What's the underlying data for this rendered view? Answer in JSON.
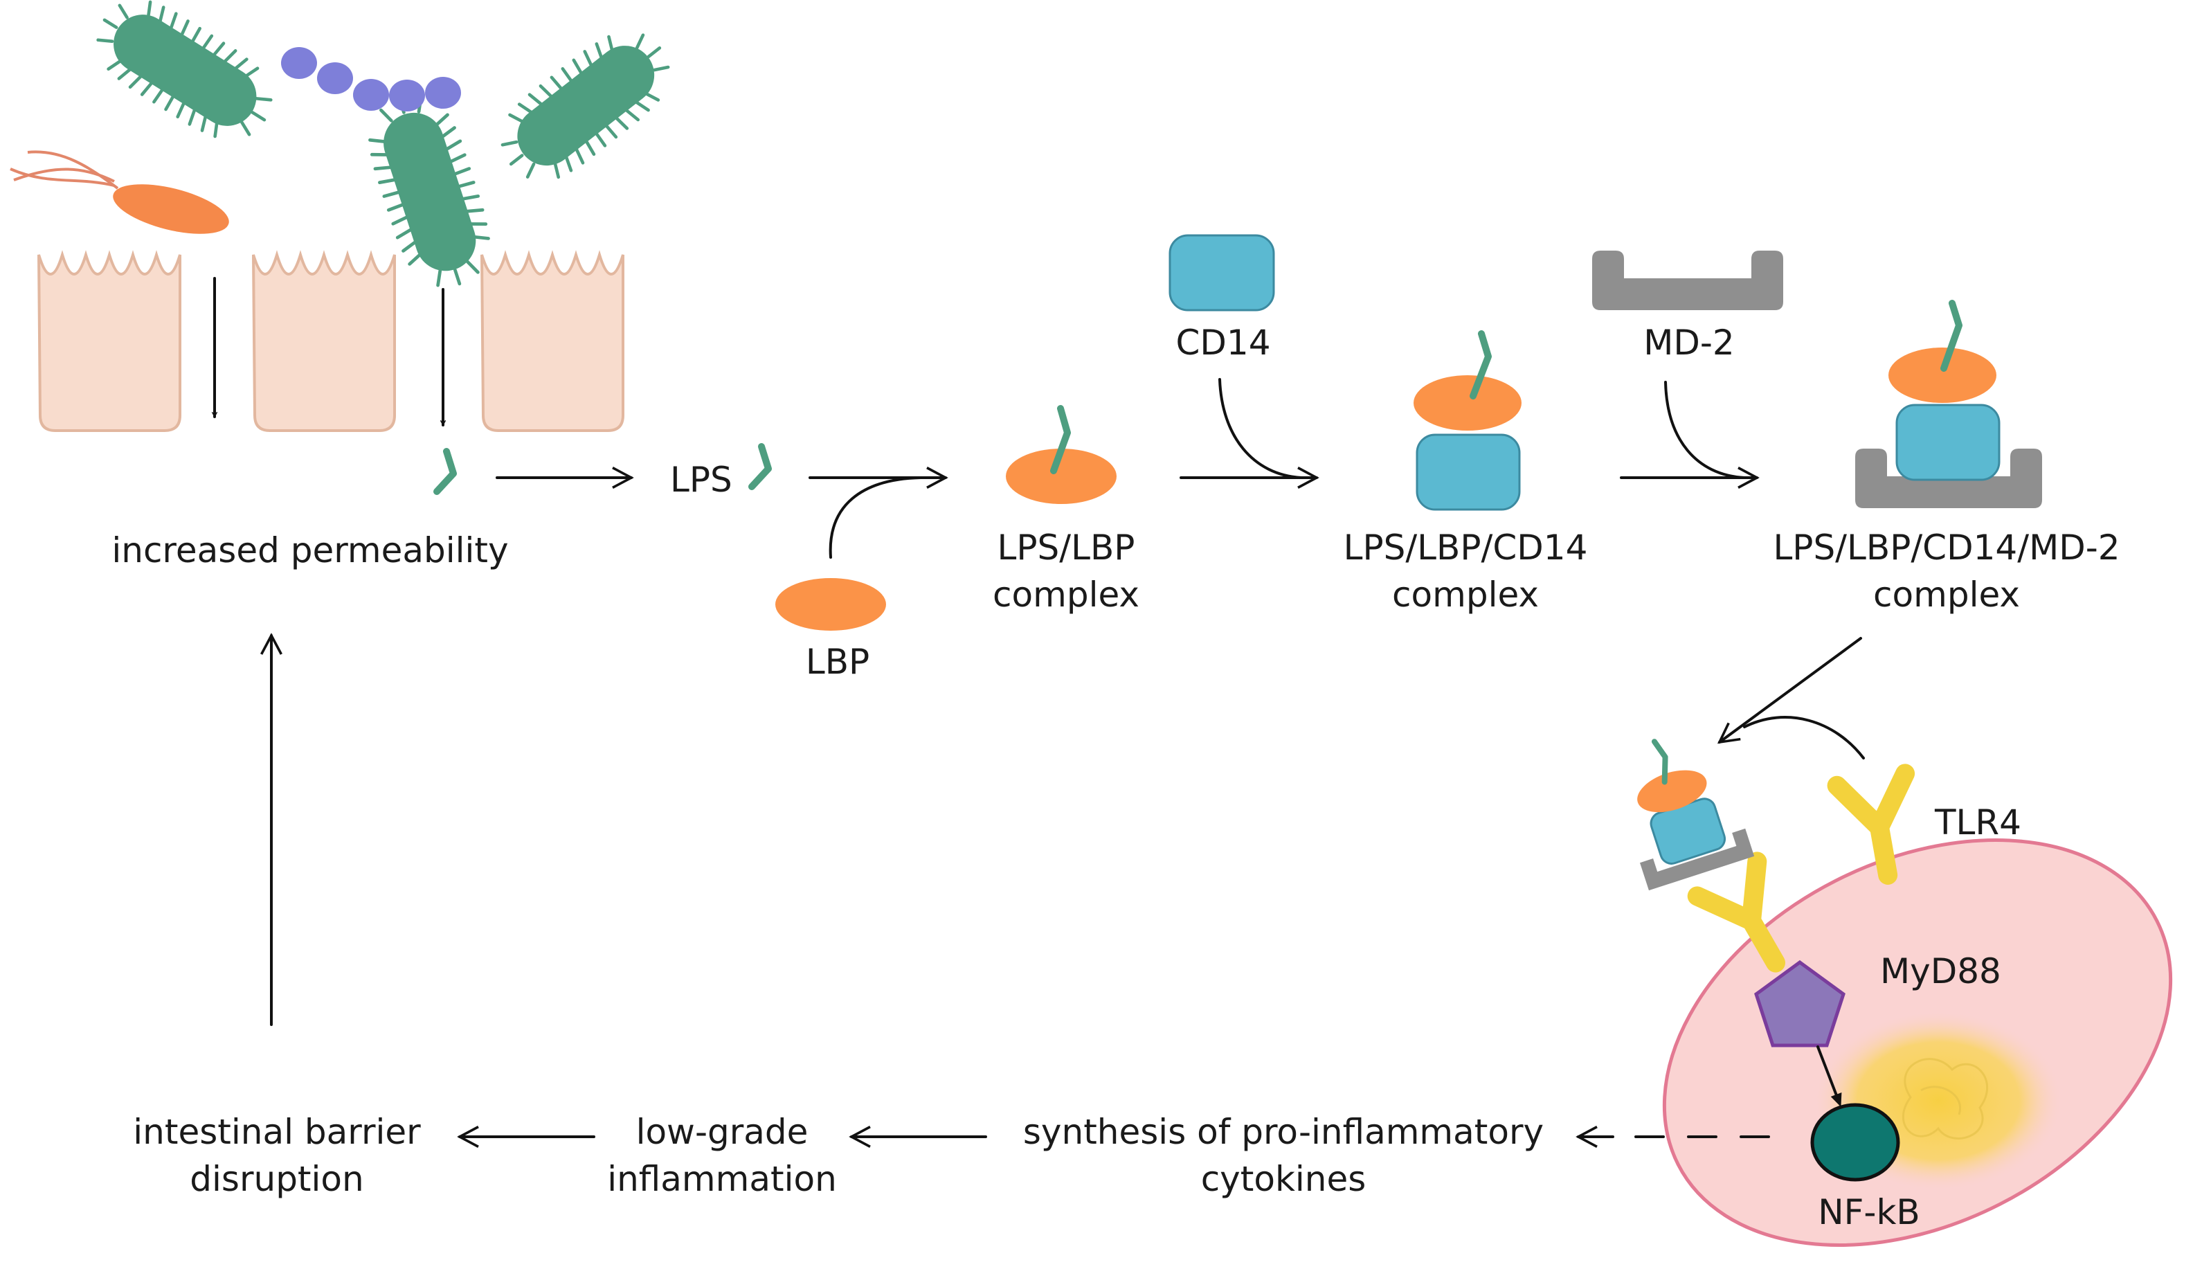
{
  "labels": {
    "increased_permeability": "increased permeability",
    "lps": "LPS",
    "lbp": "LBP",
    "lps_lbp_1": "LPS/LBP",
    "lps_lbp_2": "complex",
    "cd14": "CD14",
    "lps_lbp_cd14_1": "LPS/LBP/CD14",
    "lps_lbp_cd14_2": "complex",
    "md2": "MD-2",
    "full_complex_1": "LPS/LBP/CD14/MD-2",
    "full_complex_2": "complex",
    "tlr4": "TLR4",
    "myd88": "MyD88",
    "nfkb": "NF-kB",
    "cytokines_1": "synthesis of pro-inflammatory",
    "cytokines_2": "cytokines",
    "inflammation_1": "low-grade",
    "inflammation_2": "inflammation",
    "barrier_1": "intestinal barrier",
    "barrier_2": "disruption"
  },
  "colors": {
    "bacteria_green": "#4e9e80",
    "bacteria_orange": "#f5894a",
    "coccus_purple": "#7e7fd9",
    "epithelium_fill": "#f8dccd",
    "epithelium_stroke": "#e2b79f",
    "lbp_orange": "#fb9348",
    "cd14_blue": "#5bb9d1",
    "md2_gray": "#8f8f8f",
    "tlr4_yellow": "#f3d23c",
    "cell_pink": "#fad3d2",
    "cell_stroke": "#e37992",
    "myd88_purple": "#8c77b9",
    "nfkb_teal": "#0e776f",
    "nucleus_glow": "#f6d24a"
  }
}
